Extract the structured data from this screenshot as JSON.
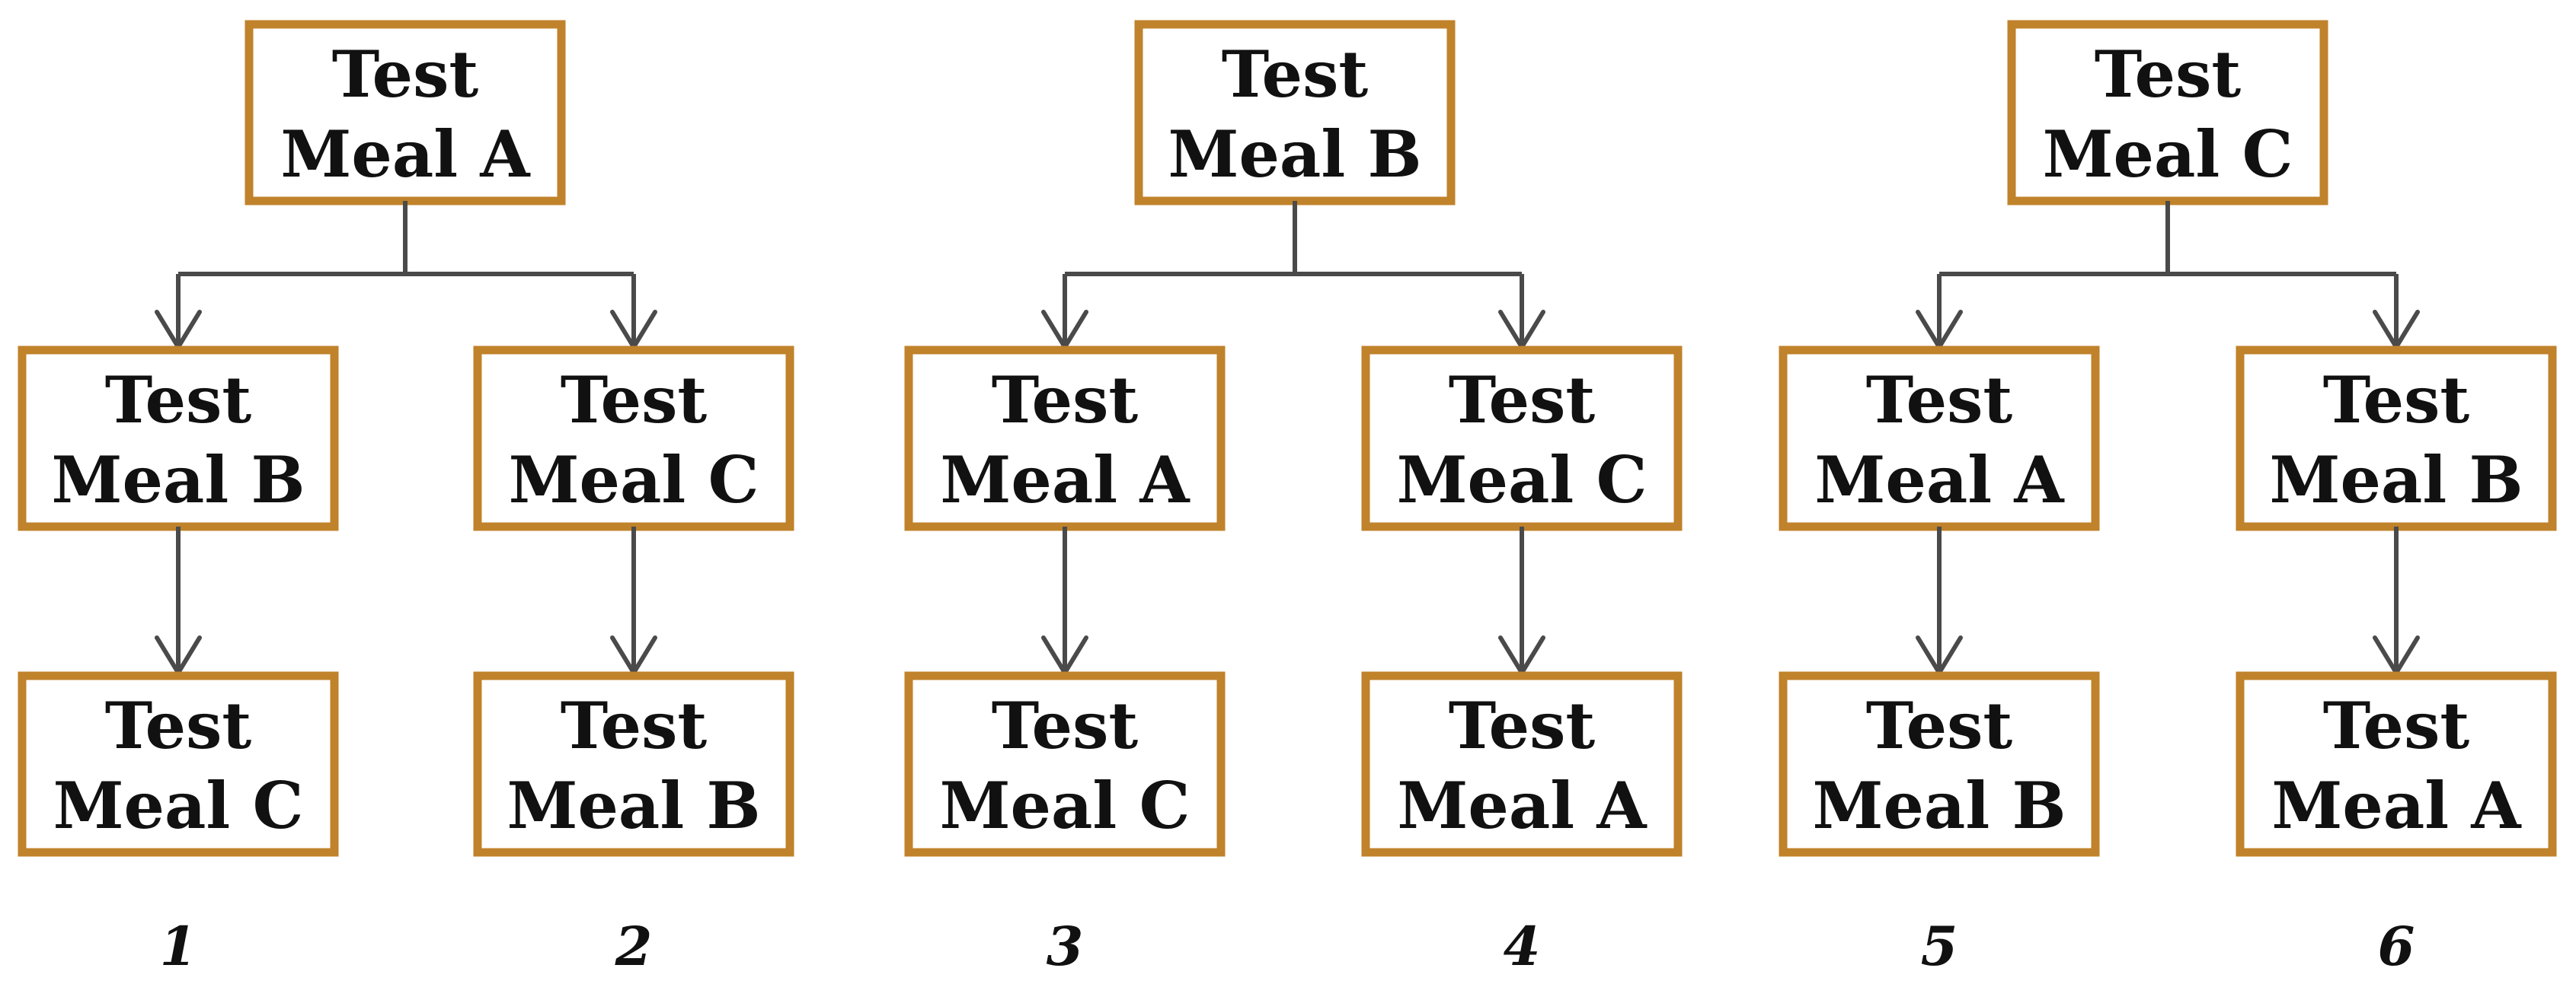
{
  "box_line1": "Test",
  "colors": {
    "box_border": "#c0822a",
    "connector": "#4a4a4a",
    "text": "#111111"
  },
  "trees": [
    {
      "root": "Meal A",
      "branches": [
        {
          "child": "Meal B",
          "grandchild": "Meal C",
          "sequence": "1"
        },
        {
          "child": "Meal C",
          "grandchild": "Meal B",
          "sequence": "2"
        }
      ]
    },
    {
      "root": "Meal B",
      "branches": [
        {
          "child": "Meal A",
          "grandchild": "Meal C",
          "sequence": "3"
        },
        {
          "child": "Meal C",
          "grandchild": "Meal A",
          "sequence": "4"
        }
      ]
    },
    {
      "root": "Meal C",
      "branches": [
        {
          "child": "Meal A",
          "grandchild": "Meal B",
          "sequence": "5"
        },
        {
          "child": "Meal B",
          "grandchild": "Meal A",
          "sequence": "6"
        }
      ]
    }
  ]
}
